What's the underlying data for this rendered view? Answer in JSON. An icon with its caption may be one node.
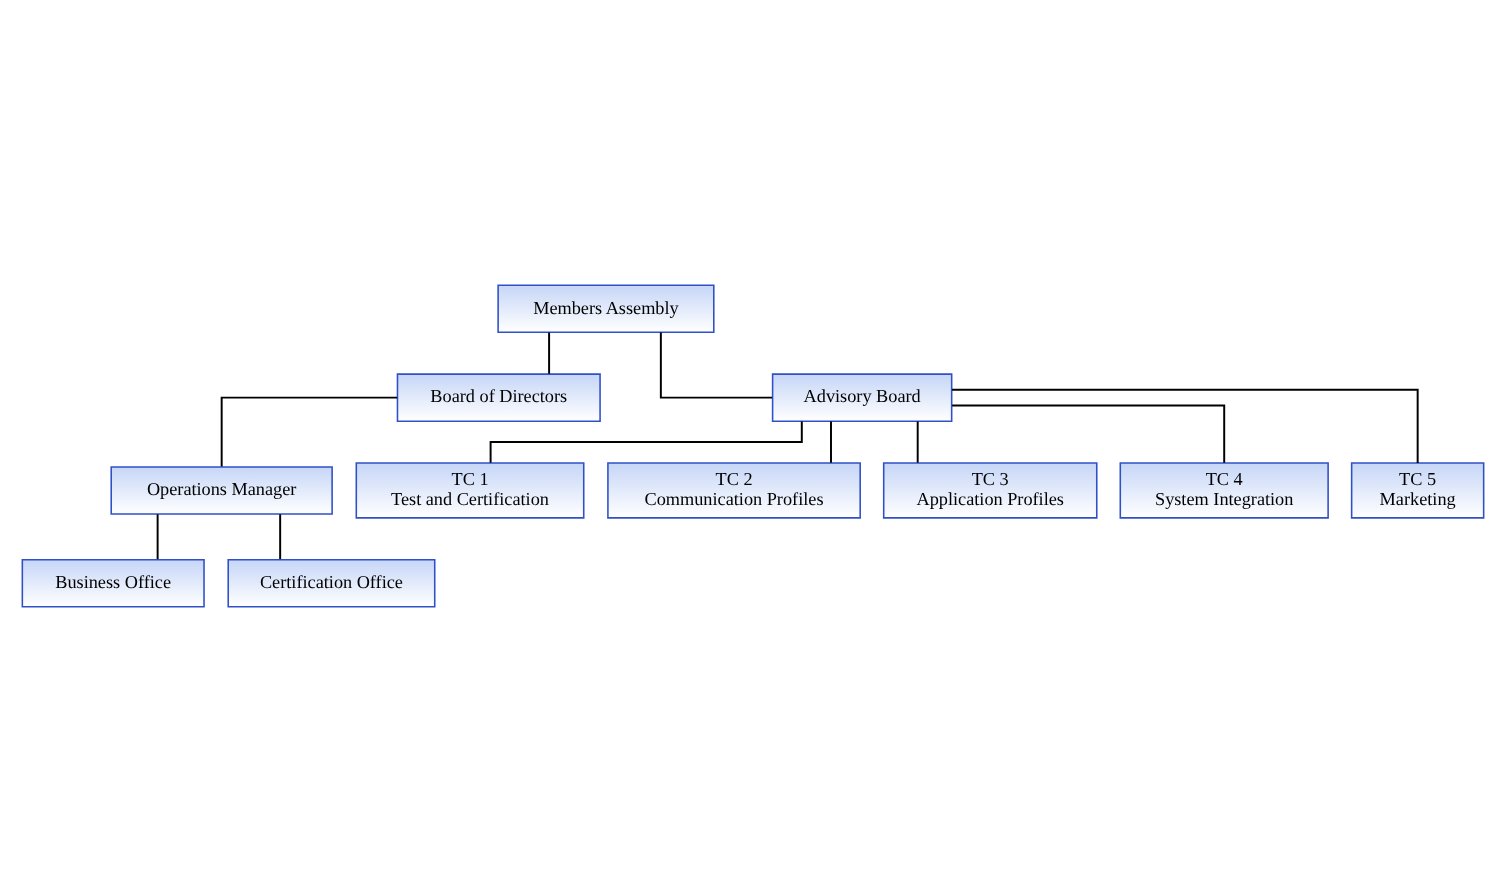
{
  "diagram": {
    "nodes": [
      {
        "text": [
          "Members Assembly"
        ]
      },
      {
        "text": [
          "Board of Directors"
        ]
      },
      {
        "text": [
          "Advisory Board"
        ]
      },
      {
        "text": [
          "Operations Manager"
        ]
      },
      {
        "text": [
          "Business Office"
        ]
      },
      {
        "text": [
          "Certification Office"
        ]
      },
      {
        "text": [
          "TC 1",
          "Test and Certification"
        ]
      },
      {
        "text": [
          "TC 2",
          "Communication Profiles"
        ]
      },
      {
        "text": [
          "TC 3",
          "Application Profiles"
        ]
      },
      {
        "text": [
          "TC 4",
          "System Integration"
        ]
      },
      {
        "text": [
          "TC 5",
          "Marketing"
        ]
      }
    ],
    "edges": [
      {
        "from": 0,
        "to": 1,
        "arrow": "none"
      },
      {
        "from": 0,
        "to": 2,
        "arrow": "none"
      },
      {
        "from": 1,
        "to": 3,
        "arrow": "none"
      },
      {
        "from": 3,
        "to": 4,
        "arrow": "none"
      },
      {
        "from": 3,
        "to": 5,
        "arrow": "none"
      },
      {
        "from": 2,
        "to": 6,
        "arrow": "none"
      },
      {
        "from": 2,
        "to": 7,
        "arrow": "none"
      },
      {
        "from": 2,
        "to": 8,
        "arrow": "none"
      },
      {
        "from": 2,
        "to": 9,
        "arrow": "none"
      },
      {
        "from": 2,
        "to": 10,
        "arrow": "none"
      }
    ]
  }
}
